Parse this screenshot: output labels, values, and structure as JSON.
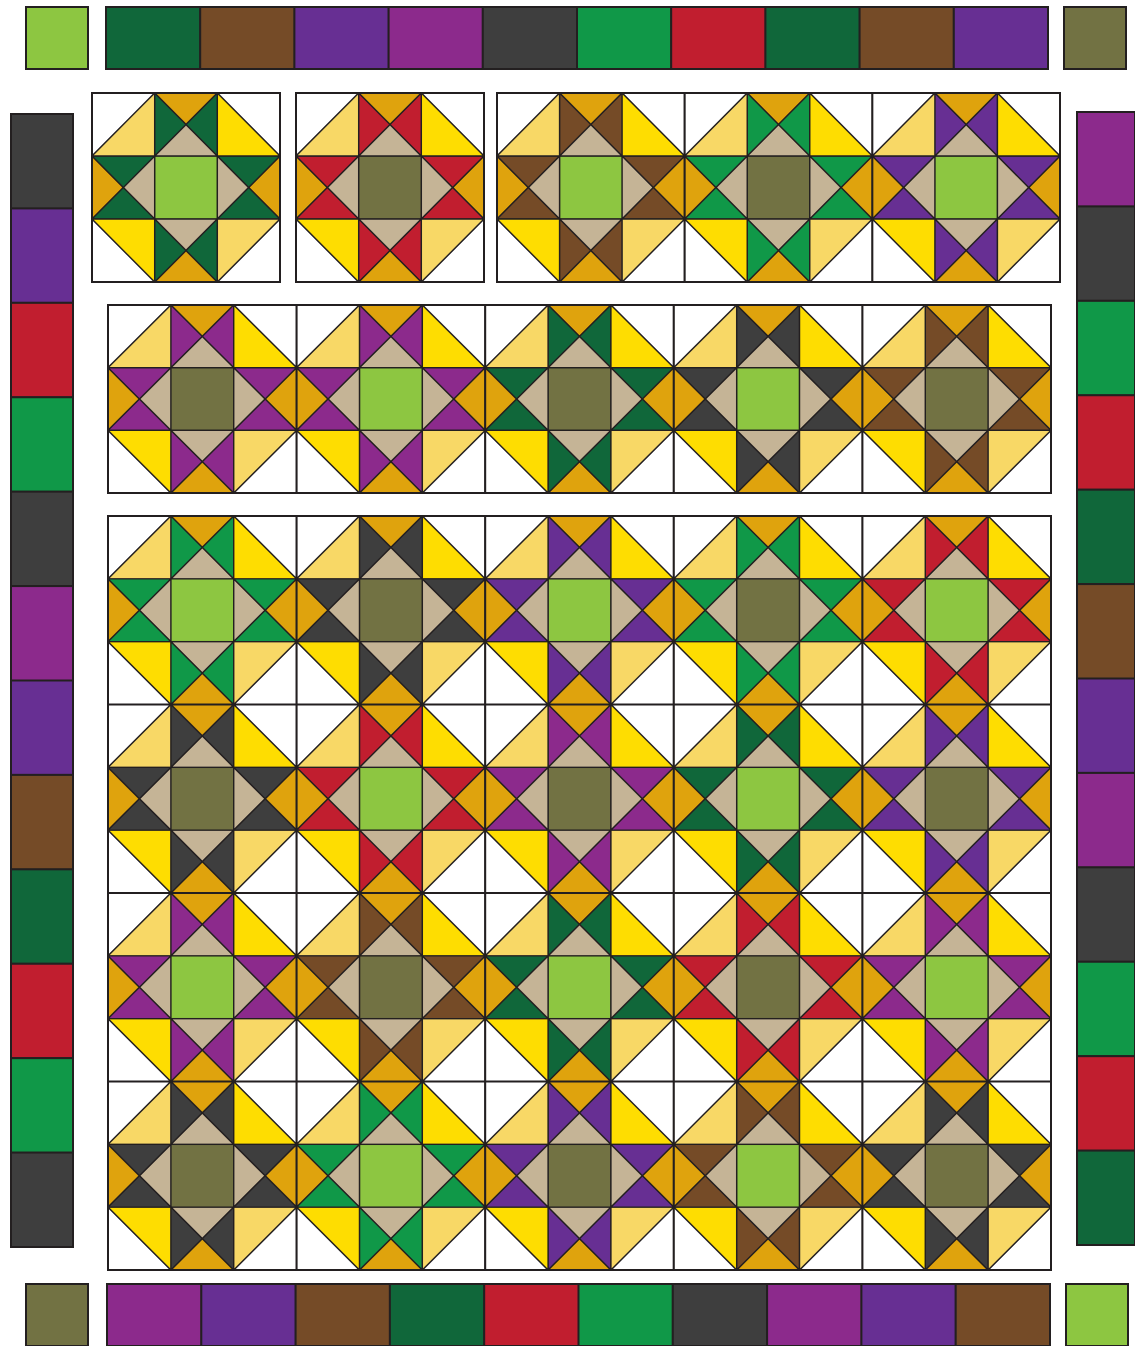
{
  "palette": {
    "dark_green": "#10673a",
    "brown": "#754b27",
    "indigo": "#672f93",
    "purple": "#8c2a8c",
    "charcoal": "#3e3e3e",
    "green": "#109848",
    "red": "#c11e2f",
    "lime": "#8dc641",
    "olive": "#727243",
    "gold": "#dfa30d",
    "yellow": "#fedd01",
    "light_yellow": "#f8d866",
    "tan": "#c5b496",
    "white": "#ffffff",
    "line": "#231f20"
  },
  "top_border": {
    "corner_left": "lime",
    "corner_right": "olive",
    "segments": [
      "dark_green",
      "brown",
      "indigo",
      "purple",
      "charcoal",
      "green",
      "red",
      "dark_green",
      "brown",
      "indigo"
    ]
  },
  "bottom_border": {
    "corner_left": "olive",
    "corner_right": "lime",
    "segments": [
      "purple",
      "indigo",
      "brown",
      "dark_green",
      "red",
      "green",
      "charcoal",
      "purple",
      "indigo",
      "brown"
    ]
  },
  "left_border": {
    "segments": [
      "charcoal",
      "indigo",
      "red",
      "green",
      "charcoal",
      "purple",
      "indigo",
      "brown",
      "dark_green",
      "red",
      "green",
      "charcoal"
    ]
  },
  "right_border": {
    "segments": [
      "purple",
      "charcoal",
      "green",
      "red",
      "dark_green",
      "brown",
      "indigo",
      "purple",
      "charcoal",
      "green",
      "red",
      "dark_green"
    ]
  },
  "row1_panels": [
    {
      "blocks": [
        {
          "star": "dark_green",
          "center": "lime"
        }
      ]
    },
    {
      "blocks": [
        {
          "star": "red",
          "center": "olive"
        }
      ]
    },
    {
      "blocks": [
        {
          "star": "brown",
          "center": "lime"
        },
        {
          "star": "green",
          "center": "olive"
        },
        {
          "star": "indigo",
          "center": "lime"
        }
      ]
    }
  ],
  "row2_blocks": [
    {
      "star": "purple",
      "center": "olive"
    },
    {
      "star": "purple",
      "center": "lime"
    },
    {
      "star": "dark_green",
      "center": "olive"
    },
    {
      "star": "charcoal",
      "center": "lime"
    },
    {
      "star": "brown",
      "center": "olive"
    }
  ],
  "main_grid": [
    [
      {
        "star": "green",
        "center": "lime"
      },
      {
        "star": "charcoal",
        "center": "olive"
      },
      {
        "star": "indigo",
        "center": "lime"
      },
      {
        "star": "green",
        "center": "olive"
      },
      {
        "star": "red",
        "center": "lime"
      }
    ],
    [
      {
        "star": "charcoal",
        "center": "olive"
      },
      {
        "star": "red",
        "center": "lime"
      },
      {
        "star": "purple",
        "center": "olive"
      },
      {
        "star": "dark_green",
        "center": "lime"
      },
      {
        "star": "indigo",
        "center": "olive"
      }
    ],
    [
      {
        "star": "purple",
        "center": "lime"
      },
      {
        "star": "brown",
        "center": "olive"
      },
      {
        "star": "dark_green",
        "center": "lime"
      },
      {
        "star": "red",
        "center": "olive"
      },
      {
        "star": "purple",
        "center": "lime"
      }
    ],
    [
      {
        "star": "charcoal",
        "center": "olive"
      },
      {
        "star": "green",
        "center": "lime"
      },
      {
        "star": "indigo",
        "center": "olive"
      },
      {
        "star": "brown",
        "center": "lime"
      },
      {
        "star": "charcoal",
        "center": "olive"
      }
    ]
  ]
}
